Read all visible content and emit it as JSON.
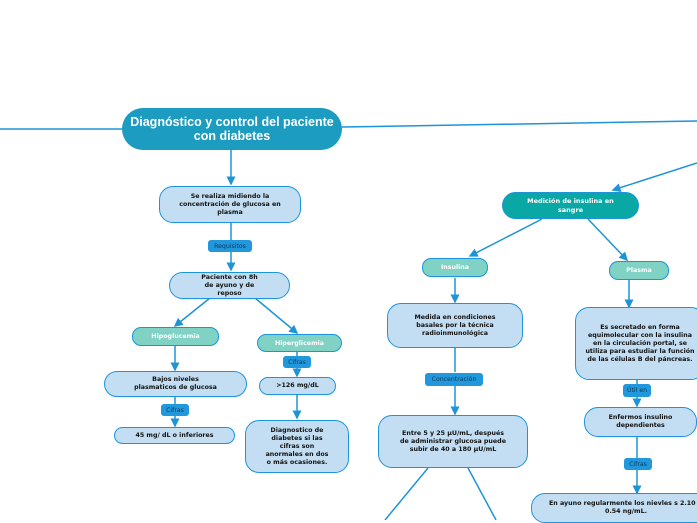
{
  "diagram": {
    "root": {
      "label": "Diagnóstico y control del paciente con diabetes"
    },
    "left_branch": {
      "glucose_measure": "Se realiza midiendo la concentración de glucosa en plasma",
      "requirements_label": "Requisitos",
      "fasting": "Paciente con 8h de ayuno y de reposo",
      "hypoglycemia": {
        "title": "Hipoglucemia",
        "description": "Bajos niveles plasmaticos de glucosa",
        "figures_label": "Cifras",
        "value": "45 mg/ dL o inferiores"
      },
      "hyperglycemia": {
        "title": "Hiperglicemia",
        "figures_label": "Cifras",
        "value": ">126 mg/dL",
        "diagnosis": "Diagnostico de diabetes si las cifras son anormales en dos o más ocasiones."
      }
    },
    "right_branch": {
      "insulin_measure": "Medición de insulina en sangre",
      "insulin": {
        "title": "Insulina",
        "method": "Medida en condiciones basales por la técnica radioinmunológica",
        "concentration_label": "Concentración",
        "values": "Entre 5 y 25 µU/mL, después de administrar glucosa puede subir de 40 a 180 µU/mL"
      },
      "plasma": {
        "title": "Plasma",
        "description": "Es secretado en forma equimolecular con la insulina en la circulación portal, se utiliza para estudiar la función de las células B del páncreas.",
        "useful_label": "Útil en",
        "useful_for": "Enfermos insulino dependientes",
        "figures_label": "Cifras",
        "value": "En ayuno regularmente los nievles s 2.10 ± 0.54 ng/mL."
      }
    },
    "colors": {
      "root": "#1b9cc0",
      "topic": "#0aa8a4",
      "subtopic": "#7fd2c4",
      "leaf": "#c3def2",
      "connector": "#1e94d8",
      "label": "#2197dc"
    }
  }
}
